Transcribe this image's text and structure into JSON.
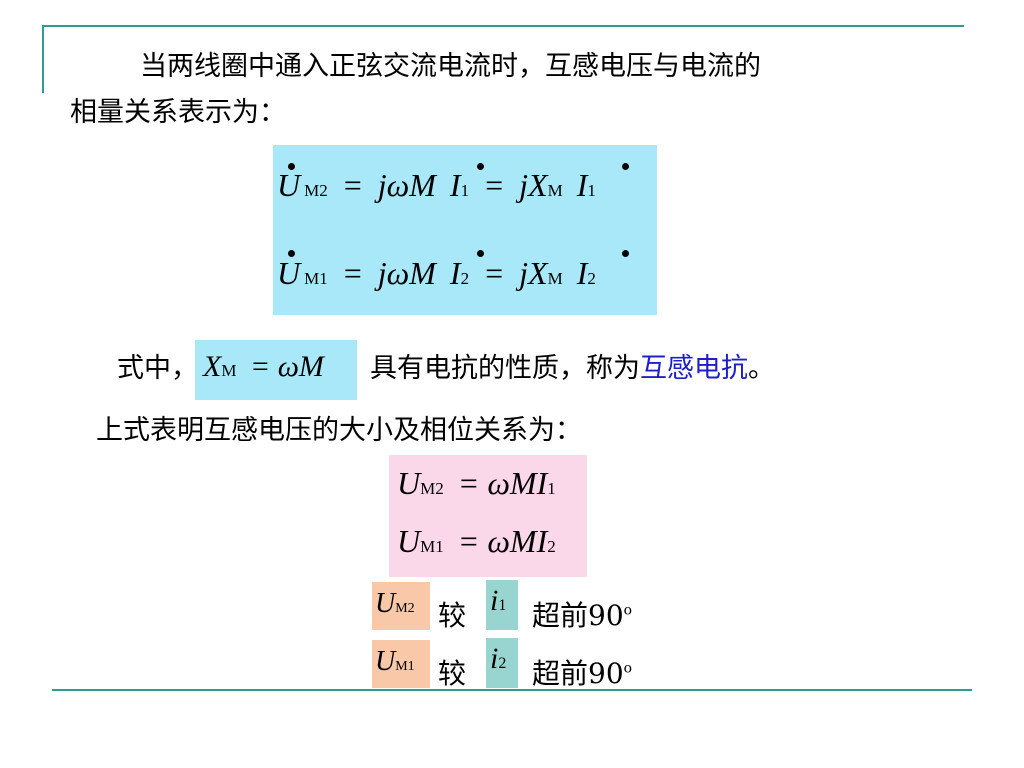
{
  "intro": {
    "line1": "当两线圈中通入正弦交流电流时，互感电压与电流的",
    "line2": "相量关系表示为："
  },
  "phasor_equations": {
    "eq1": {
      "lhs": "U",
      "lhs_sub": "M2",
      "eq": "=",
      "jw": "jωM",
      "i": "I",
      "i_sub": "1",
      "jx": "jX",
      "jx_sub": "M"
    },
    "eq2": {
      "lhs": "U",
      "lhs_sub": "M1",
      "eq": "=",
      "jw": "jωM",
      "i": "I",
      "i_sub": "2",
      "jx": "jX",
      "jx_sub": "M"
    }
  },
  "definition": {
    "prefix": "式中，",
    "formula_x": "X",
    "formula_sub": "M",
    "formula_rest": "= ωM",
    "middle": "具有电抗的性质，称为",
    "term": "互感电抗",
    "suffix": "。",
    "term_color": "#1f1fc8"
  },
  "magnitude_intro": "上式表明互感电压的大小及相位关系为：",
  "magnitude_equations": {
    "eq1": {
      "lhs": "U",
      "lhs_sub": "M2",
      "rhs": "= ωMI",
      "rhs_sub": "1"
    },
    "eq2": {
      "lhs": "U",
      "lhs_sub": "M1",
      "rhs": "= ωMI",
      "rhs_sub": "2"
    }
  },
  "phase_relations": [
    {
      "u": "U",
      "u_sub": "M2",
      "compare": "较",
      "i": "i",
      "i_sub": "1",
      "lead": "超前90",
      "deg": "o"
    },
    {
      "u": "U",
      "u_sub": "M1",
      "compare": "较",
      "i": "i",
      "i_sub": "2",
      "lead": "超前90",
      "deg": "o"
    }
  ]
}
